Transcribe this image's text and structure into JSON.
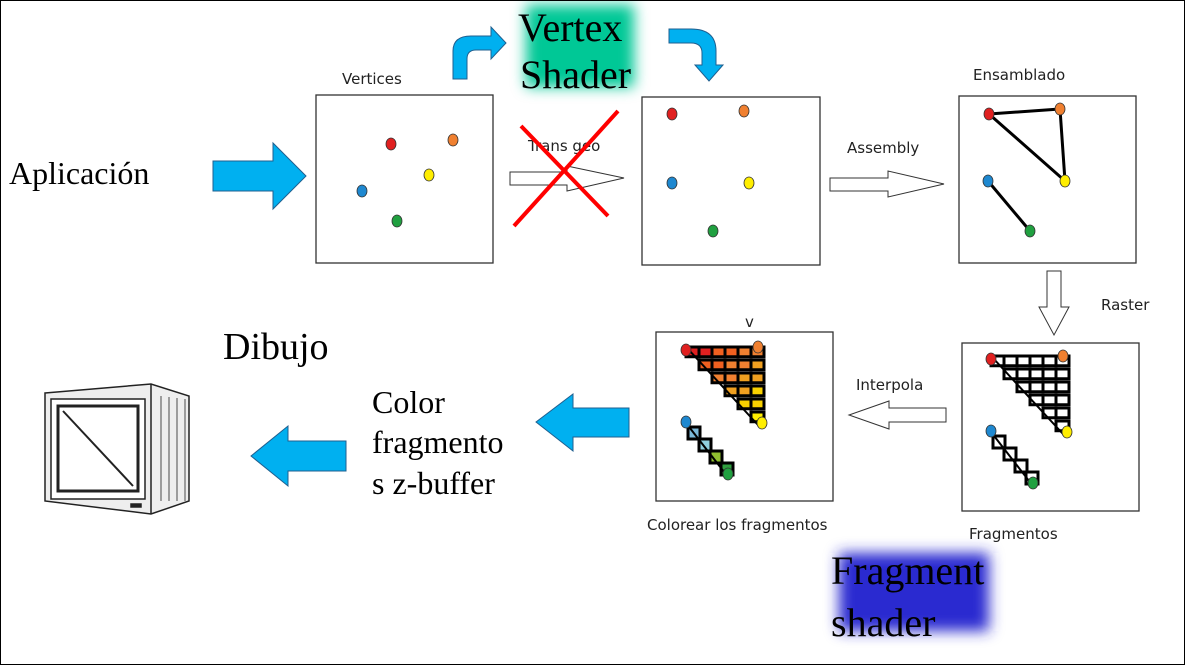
{
  "labels": {
    "aplicacion": "Aplicación",
    "vertices": "Vertices",
    "vertex_shader": [
      "Vertex",
      "Shader"
    ],
    "trans_geo": "Trans geo",
    "assembly": "Assembly",
    "ensamblado": "Ensamblado",
    "raster": "Raster",
    "fragmentos": "Fragmentos",
    "interpola": "Interpola",
    "colorear": "Colorear los fragmentos",
    "small_mark": "v",
    "color_zbuffer": [
      "Color",
      "fragmento",
      "s z-buffer"
    ],
    "dibujo": "Dibujo",
    "fragment_shader": [
      "Fragment",
      "shader"
    ]
  },
  "colors": {
    "arrow_blue": "#00b0f0",
    "vertex_shader_glow": "#00c896",
    "fragment_shader_glow": "#2a2ad0",
    "cross_red": "#ff0000",
    "vertex_red": "#e02020",
    "vertex_orange": "#f08030",
    "vertex_yellow": "#ffee00",
    "vertex_blue": "#1e88d0",
    "vertex_green": "#20a040"
  }
}
